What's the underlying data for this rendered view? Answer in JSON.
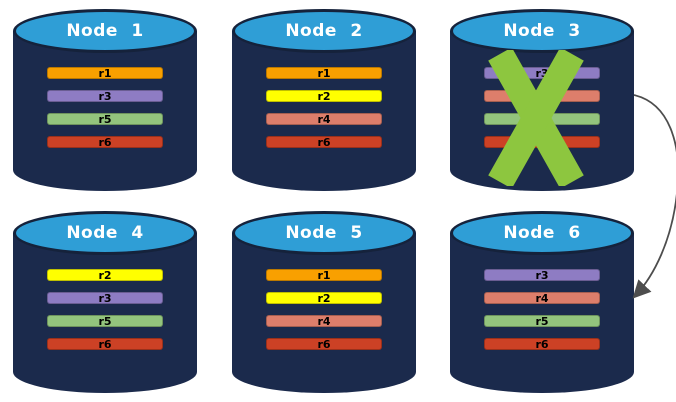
{
  "diagram": {
    "background_color": "#FFFFFF",
    "cylinder_body_color": "#1B2A4C",
    "cylinder_top_color": "#2F9ED6",
    "cylinder_outline_color": "#15223B",
    "title_text_color": "#FFFFFF",
    "bar_text_color": "#000000"
  },
  "nodes": [
    {
      "title": "Node 1",
      "failed": false,
      "bars": [
        {
          "label": "r1",
          "color": "#F9A000"
        },
        {
          "label": "r3",
          "color": "#8E7CC3"
        },
        {
          "label": "r5",
          "color": "#93C47D"
        },
        {
          "label": "r6",
          "color": "#CC4125"
        }
      ]
    },
    {
      "title": "Node 2",
      "failed": false,
      "bars": [
        {
          "label": "r1",
          "color": "#F9A000"
        },
        {
          "label": "r2",
          "color": "#FFFF00"
        },
        {
          "label": "r4",
          "color": "#DD7E6B"
        },
        {
          "label": "r6",
          "color": "#CC4125"
        }
      ]
    },
    {
      "title": "Node 3",
      "failed": true,
      "bars": [
        {
          "label": "r3",
          "color": "#8E7CC3"
        },
        {
          "label": "",
          "color": "#DD7E6B"
        },
        {
          "label": "",
          "color": "#93C47D"
        },
        {
          "label": "",
          "color": "#CC4125"
        }
      ]
    },
    {
      "title": "Node 4",
      "failed": false,
      "bars": [
        {
          "label": "r2",
          "color": "#FFFF00"
        },
        {
          "label": "r3",
          "color": "#8E7CC3"
        },
        {
          "label": "r5",
          "color": "#93C47D"
        },
        {
          "label": "r6",
          "color": "#CC4125"
        }
      ]
    },
    {
      "title": "Node 5",
      "failed": false,
      "bars": [
        {
          "label": "r1",
          "color": "#F9A000"
        },
        {
          "label": "r2",
          "color": "#FFFF00"
        },
        {
          "label": "r4",
          "color": "#DD7E6B"
        },
        {
          "label": "r6",
          "color": "#CC4125"
        }
      ]
    },
    {
      "title": "Node 6",
      "failed": false,
      "bars": [
        {
          "label": "r3",
          "color": "#8E7CC3"
        },
        {
          "label": "r4",
          "color": "#DD7E6B"
        },
        {
          "label": "r5",
          "color": "#93C47D"
        },
        {
          "label": "r6",
          "color": "#CC4125"
        }
      ]
    }
  ],
  "annotations": {
    "failure_x": {
      "on_node": "Node 3",
      "color": "#8DC63F"
    },
    "arrow": {
      "from": "Node 3",
      "to": "Node 6",
      "color": "#4D4D4D"
    }
  }
}
